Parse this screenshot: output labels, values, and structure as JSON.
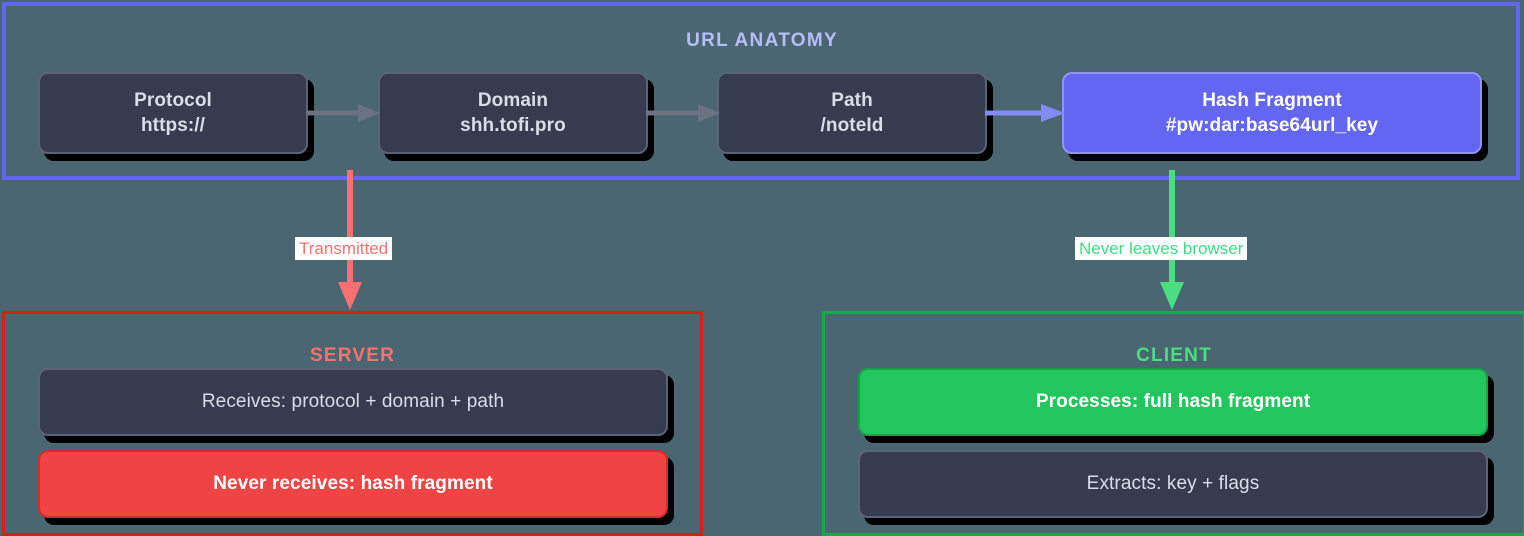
{
  "diagram": {
    "title": "URL ANATOMY",
    "url_parts": [
      {
        "id": "protocol",
        "label": "Protocol",
        "value": "https://",
        "style": "dark"
      },
      {
        "id": "domain",
        "label": "Domain",
        "value": "shh.tofi.pro",
        "style": "dark"
      },
      {
        "id": "path",
        "label": "Path",
        "value": "/noteId",
        "style": "dark"
      },
      {
        "id": "hash",
        "label": "Hash Fragment",
        "value": "#pw:dar:base64url_key",
        "style": "highlight"
      }
    ],
    "flow_labels": {
      "transmitted": "Transmitted",
      "never_leaves": "Never leaves browser"
    },
    "server": {
      "title": "SERVER",
      "items": [
        {
          "id": "receives",
          "text": "Receives: protocol + domain + path",
          "style": "dark"
        },
        {
          "id": "never-receives",
          "text": "Never receives: hash fragment",
          "style": "danger"
        }
      ]
    },
    "client": {
      "title": "CLIENT",
      "items": [
        {
          "id": "processes",
          "text": "Processes: full hash fragment",
          "style": "success"
        },
        {
          "id": "extracts",
          "text": "Extracts: key + flags",
          "style": "dark"
        }
      ]
    },
    "colors": {
      "background": "#4a6670",
      "anatomy_border": "#6366f1",
      "anatomy_title": "#b7bdf8",
      "node_dark_bg": "#363c4e",
      "node_dark_border": "#5b6379",
      "node_dark_text": "#d9dde6",
      "hash_bg": "#6366f1",
      "hash_border": "#9294f5",
      "server_border": "#e01b1b",
      "server_title": "#f87171",
      "danger_bg": "#ef4444",
      "client_border": "#17a84a",
      "client_title": "#4ade80",
      "success_bg": "#22c55e",
      "arrow_gray": "#6b7280",
      "arrow_purple": "#818cf8",
      "arrow_red": "#fa7070",
      "arrow_green": "#4ade80",
      "label_bg": "#ffffff"
    }
  }
}
